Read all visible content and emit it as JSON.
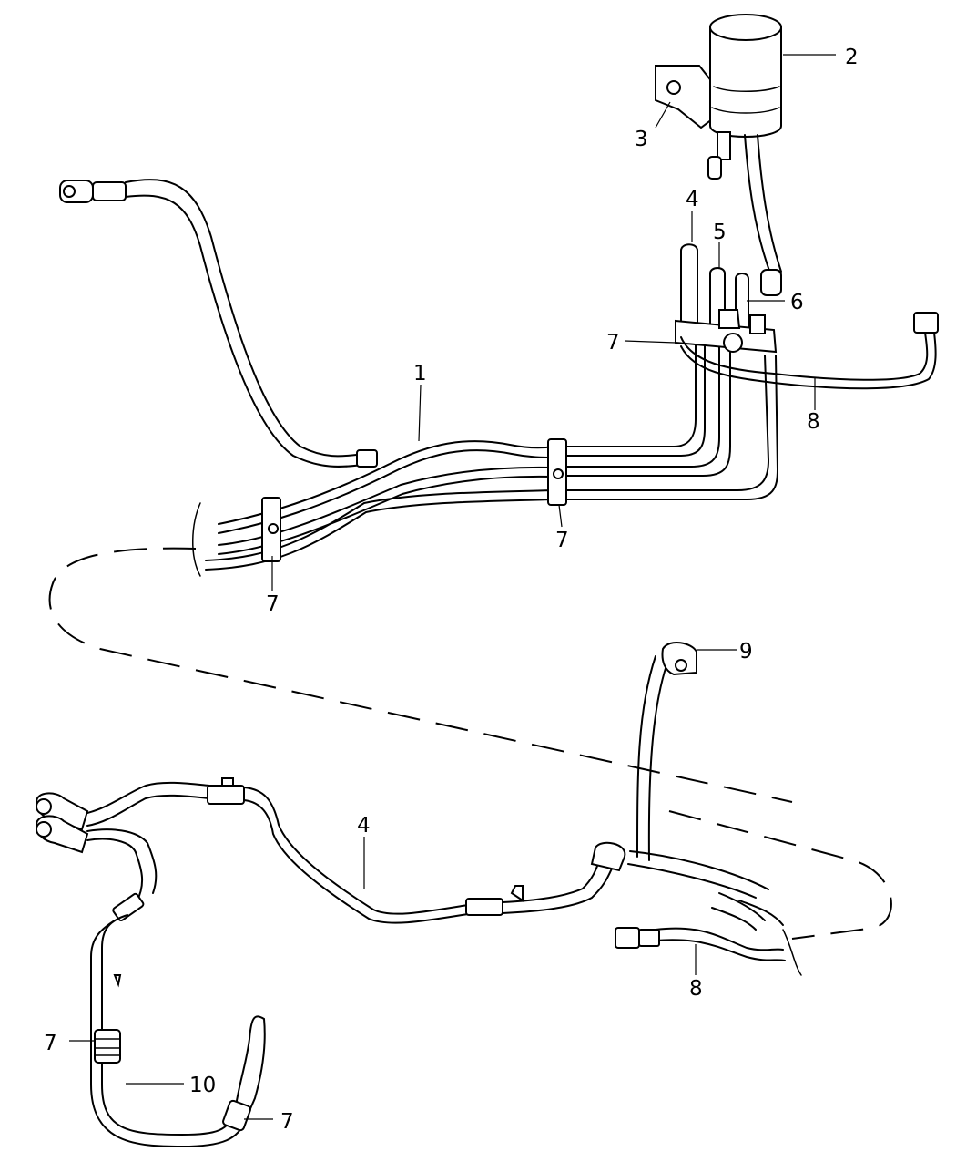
{
  "callouts": {
    "c1": "1",
    "c2": "2",
    "c3": "3",
    "c4_top": "4",
    "c5": "5",
    "c6": "6",
    "c7_bracket": "7",
    "c7_clip_right": "7",
    "c7_clip_left": "7",
    "c8_top": "8",
    "c9": "9",
    "c4_bottom": "4",
    "c8_bottom": "8",
    "c7_lower_left": "7",
    "c10": "10",
    "c7_lower_bottom": "7"
  }
}
